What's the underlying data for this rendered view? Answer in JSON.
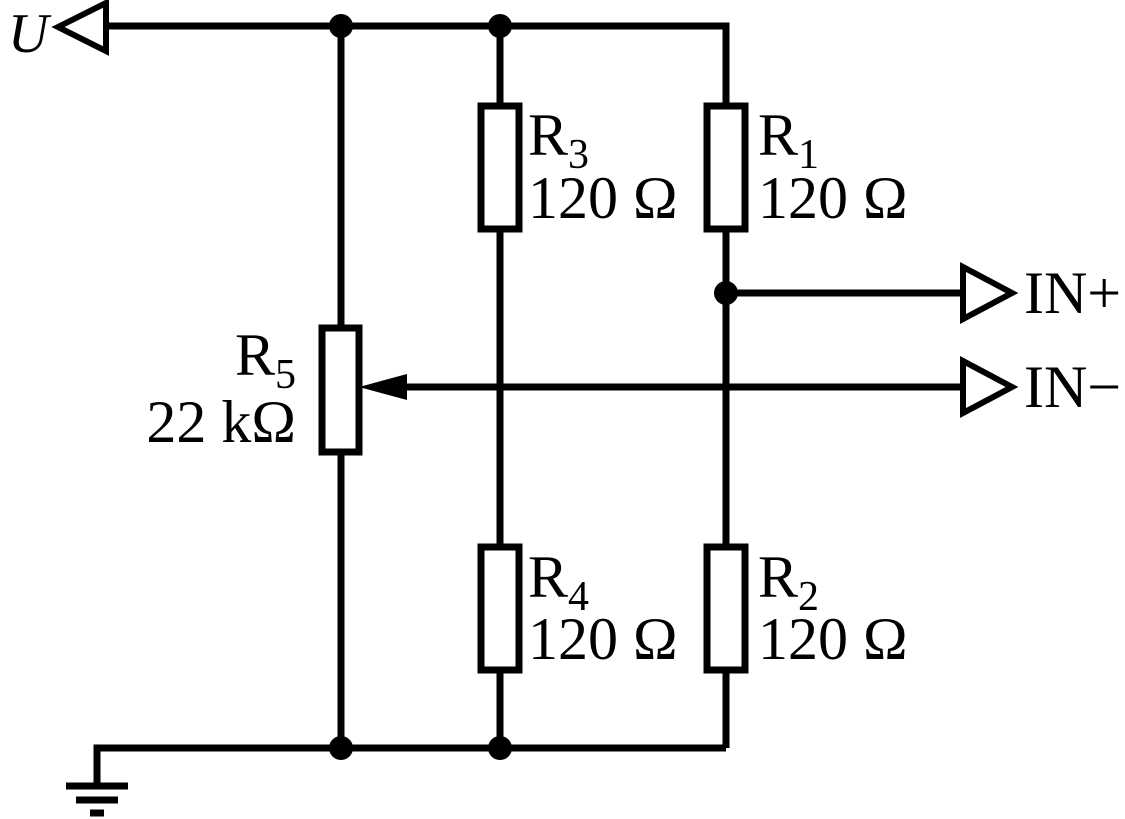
{
  "colors": {
    "ink": "#000000",
    "background": "#ffffff"
  },
  "circuit": {
    "supply": {
      "label": "U"
    },
    "resistors": [
      {
        "ref": "R",
        "sub": "1",
        "value": "120 Ω",
        "kind": "fixed"
      },
      {
        "ref": "R",
        "sub": "2",
        "value": "120 Ω",
        "kind": "fixed"
      },
      {
        "ref": "R",
        "sub": "3",
        "value": "120 Ω",
        "kind": "fixed"
      },
      {
        "ref": "R",
        "sub": "4",
        "value": "120 Ω",
        "kind": "fixed"
      },
      {
        "ref": "R",
        "sub": "5",
        "value": "22 kΩ",
        "kind": "potentiometer"
      }
    ],
    "terminals": [
      {
        "label": "IN+"
      },
      {
        "label": "IN−"
      }
    ]
  }
}
